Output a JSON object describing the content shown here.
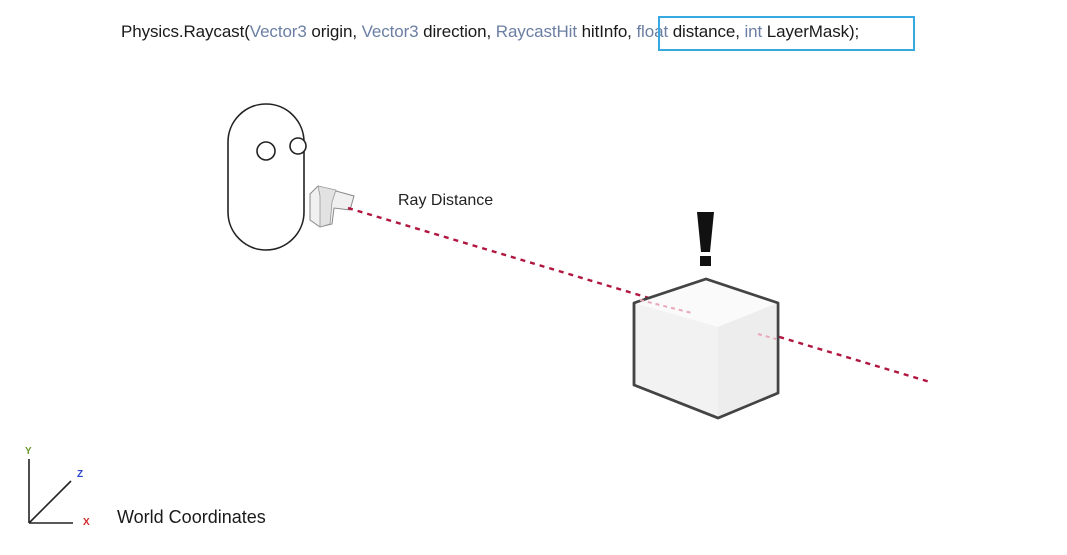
{
  "code": {
    "segments": [
      {
        "text": "Physics.Raycast(",
        "kind": "plain"
      },
      {
        "text": "Vector3",
        "kind": "type"
      },
      {
        "text": " origin, ",
        "kind": "plain"
      },
      {
        "text": "Vector3",
        "kind": "type"
      },
      {
        "text": " direction, ",
        "kind": "plain"
      },
      {
        "text": "RaycastHit",
        "kind": "type"
      },
      {
        "text": " hitInfo, ",
        "kind": "plain"
      },
      {
        "text": "float",
        "kind": "type"
      },
      {
        "text": " distance, ",
        "kind": "plain"
      },
      {
        "text": "int",
        "kind": "type"
      },
      {
        "text": " LayerMask);",
        "kind": "plain"
      }
    ]
  },
  "labels": {
    "ray_distance": "Ray Distance",
    "world_coordinates": "World Coordinates",
    "exclamation": "!"
  },
  "axes": {
    "y": "Y",
    "z": "Z",
    "x": "X"
  },
  "colors": {
    "type_keyword": "#6b7fa3",
    "highlight": "#36a9e1",
    "ray": "#b0163f",
    "axis_y": "#6a9a2a",
    "axis_z": "#2a46c8",
    "axis_x": "#d0282a"
  },
  "icons": {
    "character": "character-capsule-icon",
    "gun": "ray-emitter-icon",
    "target": "cube-target-icon",
    "axes": "axes-gizmo-icon"
  }
}
